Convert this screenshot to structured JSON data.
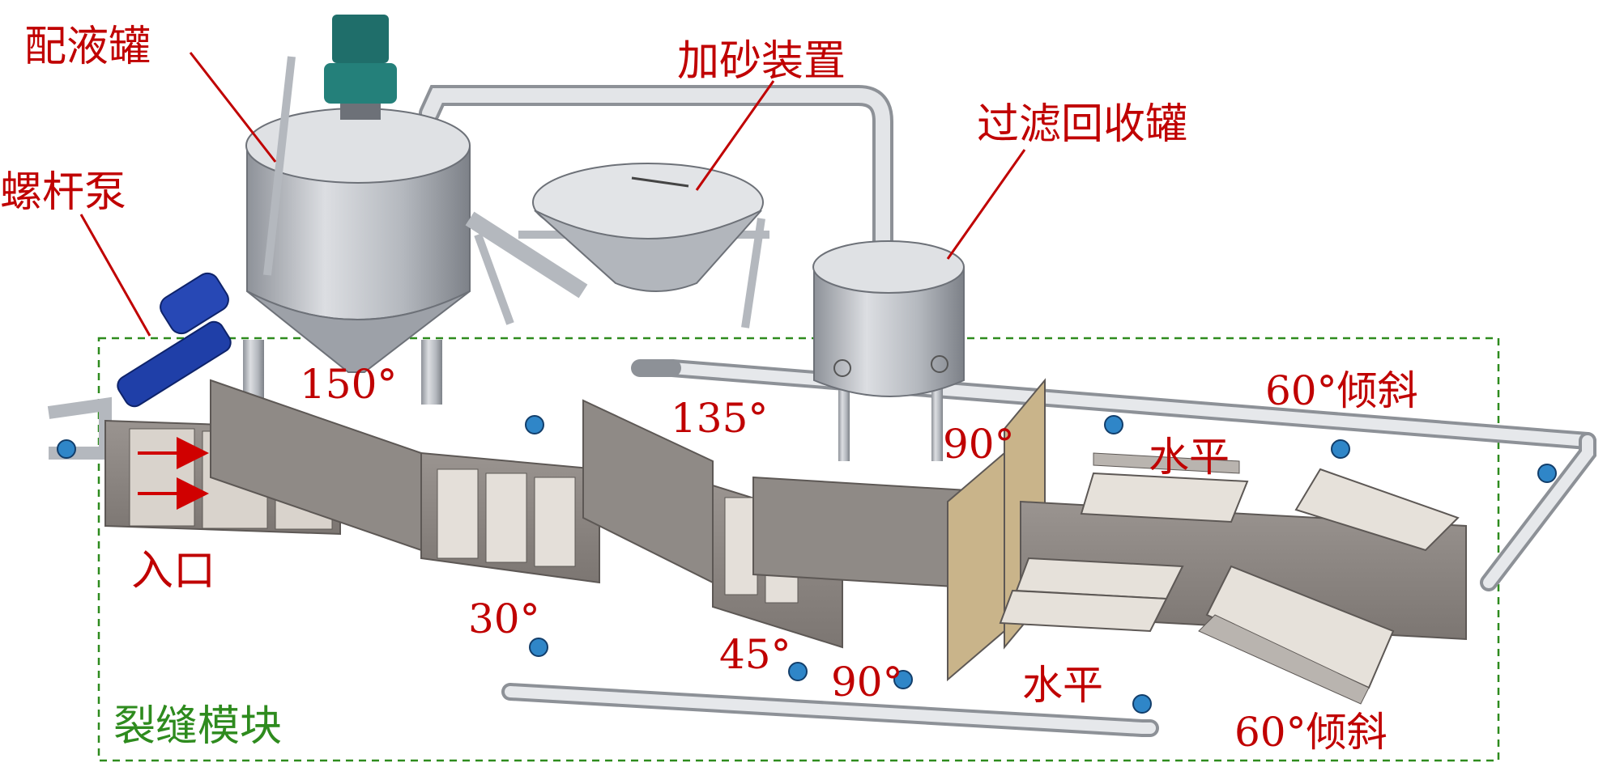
{
  "colors": {
    "label_red": "#c00000",
    "label_green": "#2e8b1e",
    "pipe": "#d6d8dc",
    "steel": "#a9adb4",
    "pump_blue": "#1f3fa8",
    "tank_green": "#1f6e6a",
    "valve_blue": "#2f86c8"
  },
  "labels": {
    "mix_tank": "配液罐",
    "sand_device": "加砂装置",
    "filter_tank": "过滤回收罐",
    "screw_pump": "螺杆泵",
    "inlet": "入口",
    "fracture_module": "裂缝模块"
  },
  "angles": {
    "a150": "150°",
    "a135": "135°",
    "a90_upper": "90°",
    "horiz_upper": "水平",
    "tilt60_upper": "60°倾斜",
    "a30": "30°",
    "a45": "45°",
    "a90_lower": "90°",
    "horiz_lower": "水平",
    "tilt60_lower": "60°倾斜"
  }
}
